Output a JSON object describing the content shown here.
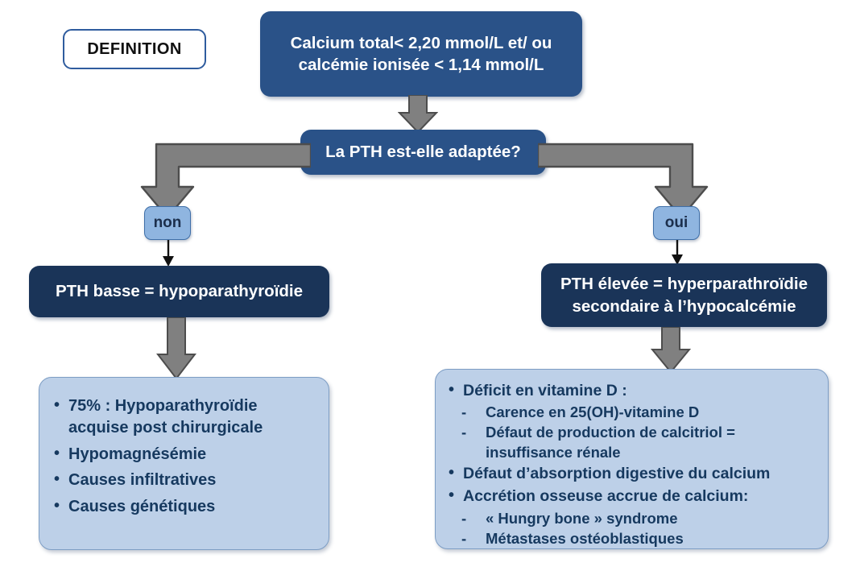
{
  "diagram": {
    "title_label": "DEFINITION",
    "nodes": {
      "definition": "Calcium total< 2,20 mmol/L et/ ou calcémie ionisée < 1,14 mmol/L",
      "definition_line1": "Calcium total< 2,20 mmol/L et/ ou",
      "definition_line2": "calcémie ionisée < 1,14 mmol/L",
      "question": "La PTH est-elle adaptée?",
      "pth_low": "PTH basse = hypoparathyroïdie",
      "pth_high_line1": "PTH élevée = hyperparathroïdie",
      "pth_high_line2": "secondaire à l’hypocalcémie"
    },
    "branch_labels": {
      "no": "non",
      "yes": "oui"
    },
    "left_panel": {
      "items": [
        "75% : Hypoparathyroïdie acquise post chirurgicale",
        "Hypomagnésémie",
        "Causes infiltratives",
        "Causes génétiques"
      ]
    },
    "right_panel": {
      "item1": "Déficit en vitamine D :",
      "item1_subs": [
        "Carence en 25(OH)-vitamine D",
        "Défaut de production de calcitriol =",
        "insuffisance rénale"
      ],
      "item2": "Défaut d’absorption digestive du calcium",
      "item3": "Accrétion osseuse accrue de calcium:",
      "item3_subs": [
        "« Hungry bone » syndrome",
        "Métastases ostéoblastiques"
      ]
    },
    "colors": {
      "node_medium": "#2a5288",
      "node_dark": "#1a3458",
      "branch_label": "#8fb5e0",
      "panel": "#bdd0e8",
      "arrow_gray": "#808080",
      "arrow_outline": "#4d4d4d",
      "definition_border": "#2f5c9e"
    }
  }
}
